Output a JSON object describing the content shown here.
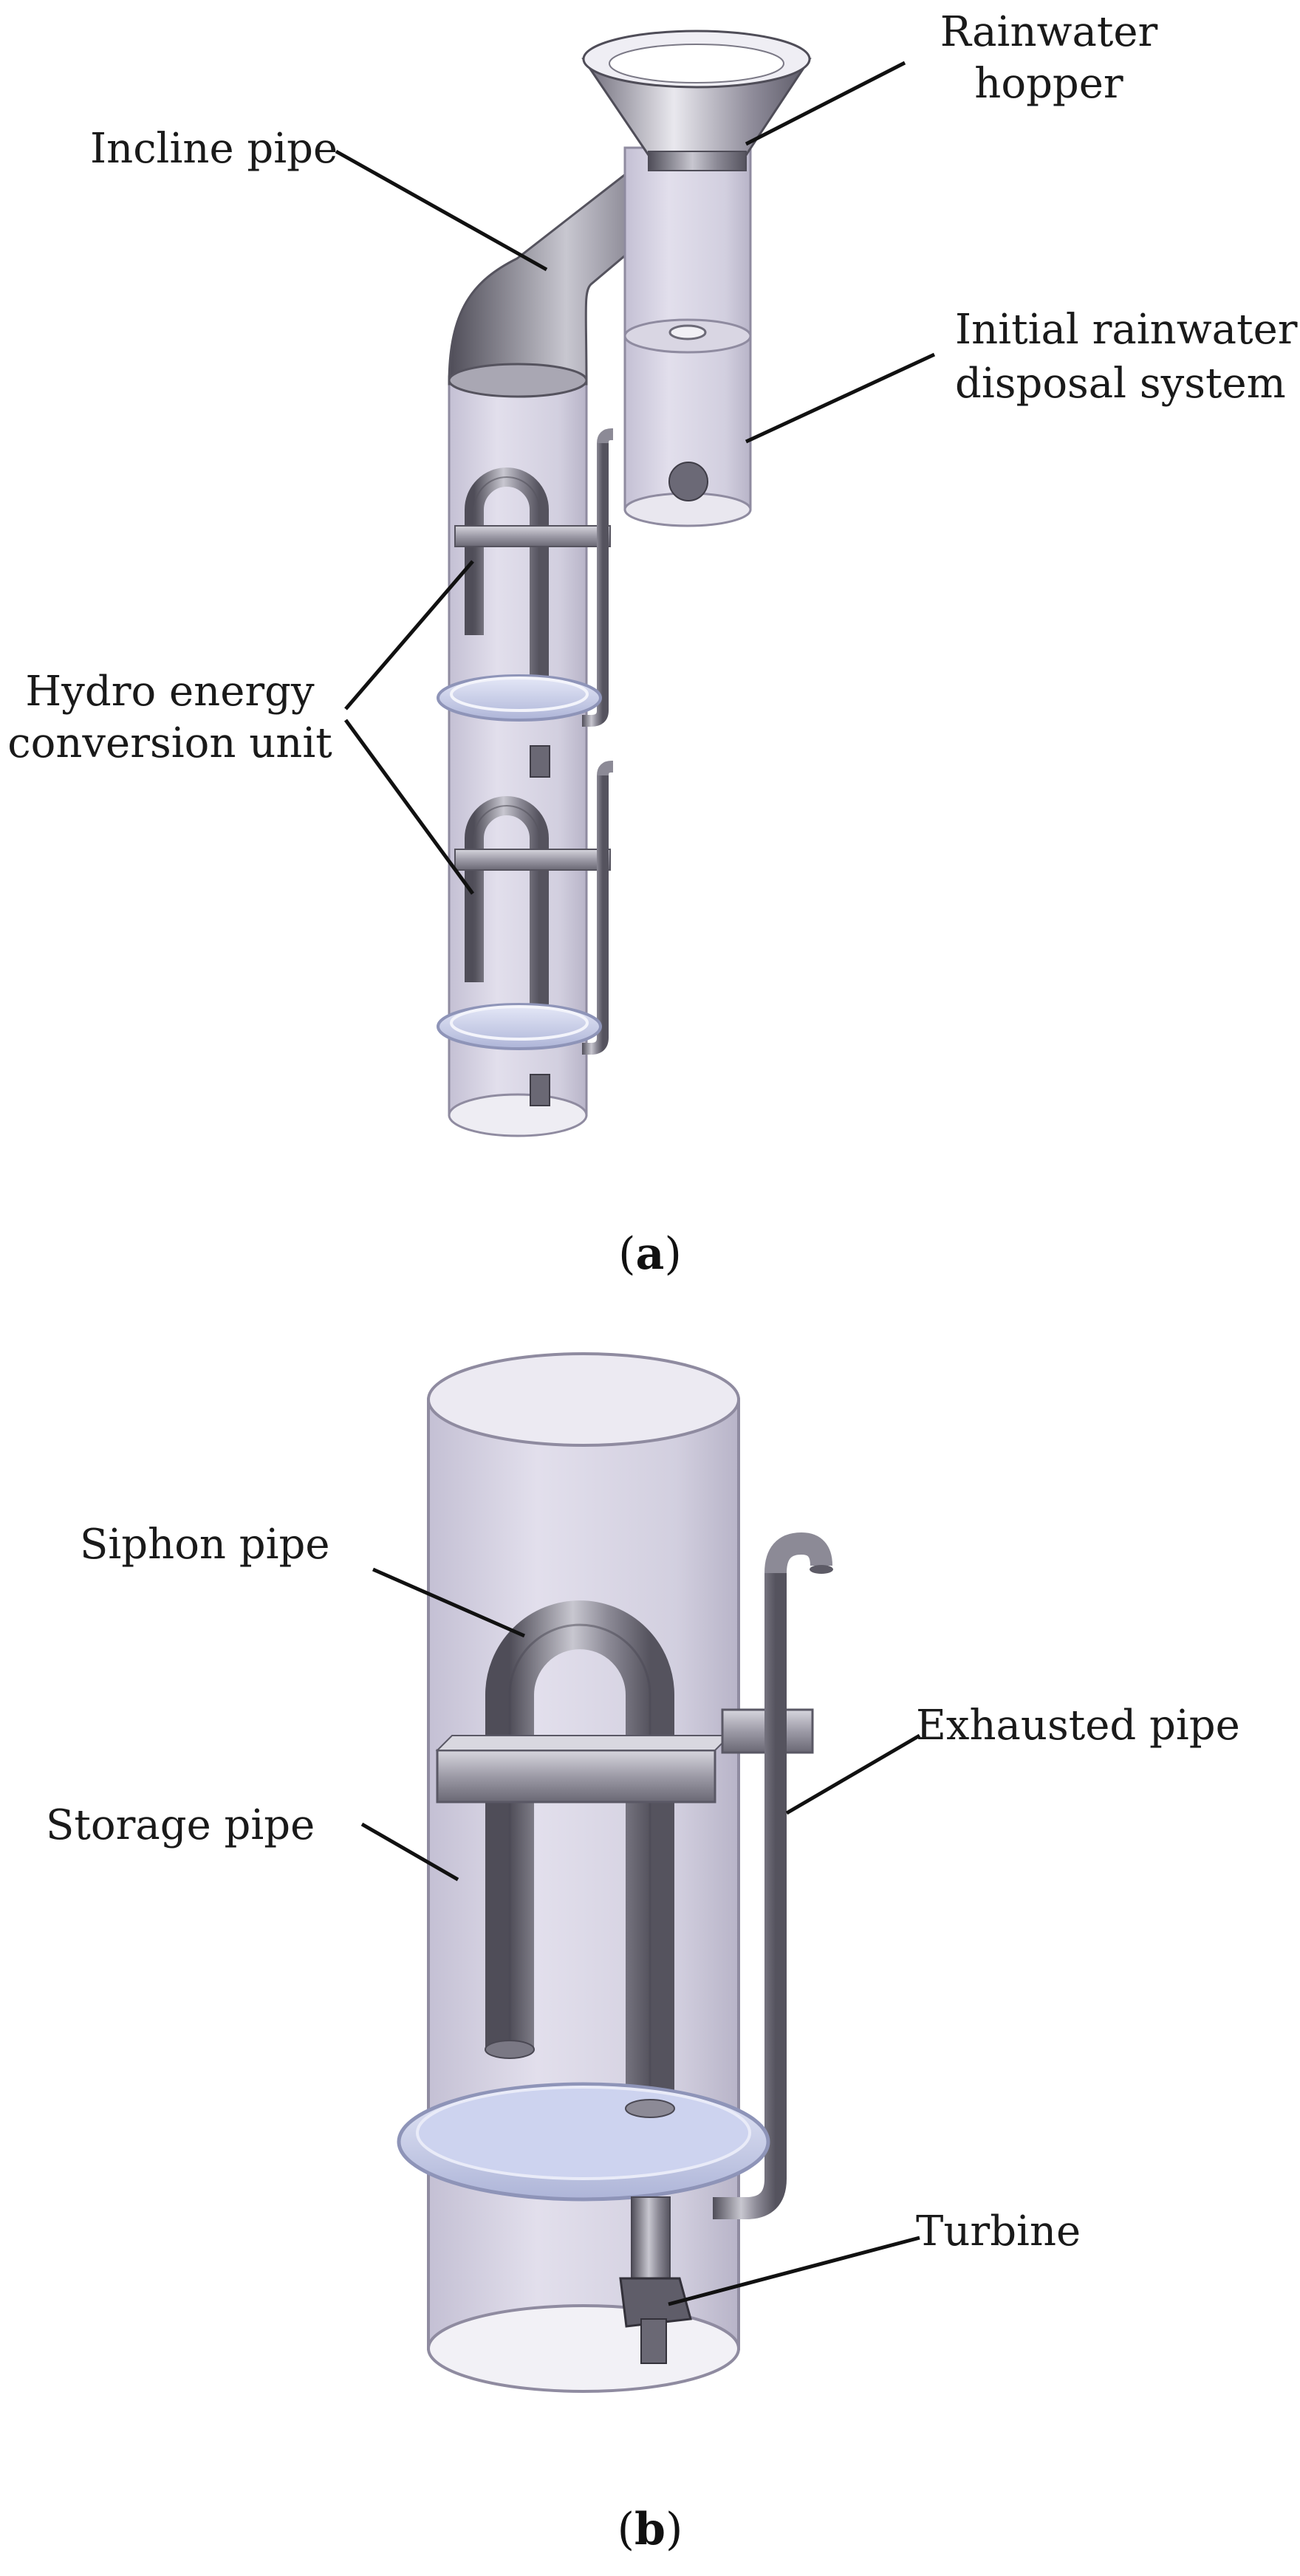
{
  "panel_a": {
    "caption_open": "(",
    "caption_letter": "a",
    "caption_close": ")",
    "labels": {
      "rainwater_hopper_1": "Rainwater",
      "rainwater_hopper_2": "hopper",
      "incline_pipe": "Incline pipe",
      "initial_disposal_1": "Initial rainwater",
      "initial_disposal_2": "disposal system",
      "hydro_unit_1": "Hydro energy",
      "hydro_unit_2": "conversion unit"
    }
  },
  "panel_b": {
    "caption_open": "(",
    "caption_letter": "b",
    "caption_close": ")",
    "labels": {
      "siphon_pipe": "Siphon pipe",
      "exhausted_pipe": "Exhausted pipe",
      "storage_pipe": "Storage pipe",
      "turbine": "Turbine"
    }
  },
  "colors": {
    "glass": "#d9d6e6",
    "metal_dark": "#5d5b66",
    "metal_mid": "#9e9ca8",
    "metal_light": "#e4e3ea",
    "ring": "#c9d0ee"
  }
}
